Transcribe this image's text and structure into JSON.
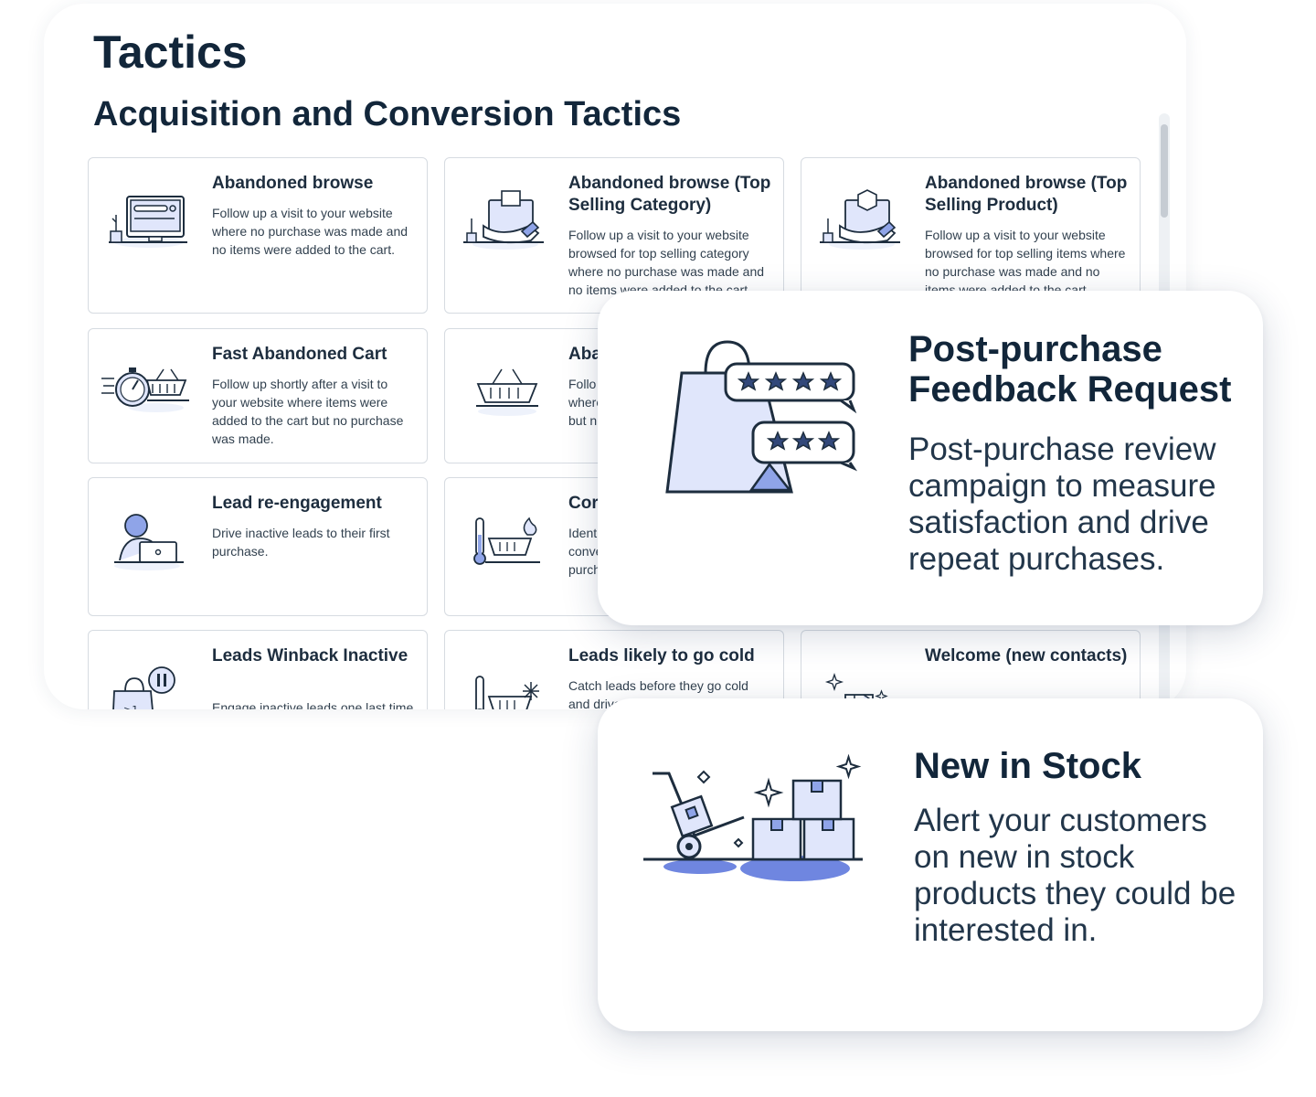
{
  "page": {
    "title": "Tactics",
    "section_title": "Acquisition and Conversion Tactics"
  },
  "tiles": [
    {
      "title": "Abandoned browse",
      "desc": "Follow up a visit to your website where no purchase was made and no items were added to the cart.",
      "icon": "monitor-search-icon"
    },
    {
      "title": "Abandoned browse (Top Selling Category)",
      "desc": "Follow up a visit to your website browsed for top selling category where no purchase was made and no items were added to the cart.",
      "icon": "hand-box-category-icon"
    },
    {
      "title": "Abandoned browse (Top Selling Product)",
      "desc": "Follow up a visit to your website browsed for top selling items where no purchase was made and no items were added to the cart.",
      "icon": "hand-box-product-icon"
    },
    {
      "title": "Fast Abandoned Cart",
      "desc": "Follow up shortly after a visit to your website where items were added to the cart but no purchase was made.",
      "icon": "stopwatch-basket-icon"
    },
    {
      "title": "Aba",
      "desc": "Follo\nwhere\nbut n",
      "icon": "basket-icon"
    },
    {
      "title": "Lead re-engagement",
      "desc": "Drive inactive leads to their first purchase.",
      "icon": "person-laptop-icon"
    },
    {
      "title": "Cor",
      "desc": "Ident\nconve\npurch",
      "icon": "thermometer-hot-basket-icon"
    },
    {
      "title": "Leads Winback Inactive",
      "desc": "Engage inactive leads one last time",
      "icon": "bag-pause-icon"
    },
    {
      "title": "Leads likely to go cold",
      "desc": "Catch leads before they go cold and drive t",
      "icon": "thermometer-cold-basket-icon"
    },
    {
      "title": "Welcome (new contacts)",
      "desc": "",
      "icon": "door-sparkle-icon"
    }
  ],
  "cards": [
    {
      "title": "Post-purchase Feedback Request",
      "desc": "Post-purchase review campaign to measure satisfaction and drive repeat purchases.",
      "icon": "bag-star-review-icon"
    },
    {
      "title": "New in Stock",
      "desc": "Alert your customers on new in stock products they could be interested in.",
      "icon": "hand-truck-boxes-icon"
    }
  ]
}
